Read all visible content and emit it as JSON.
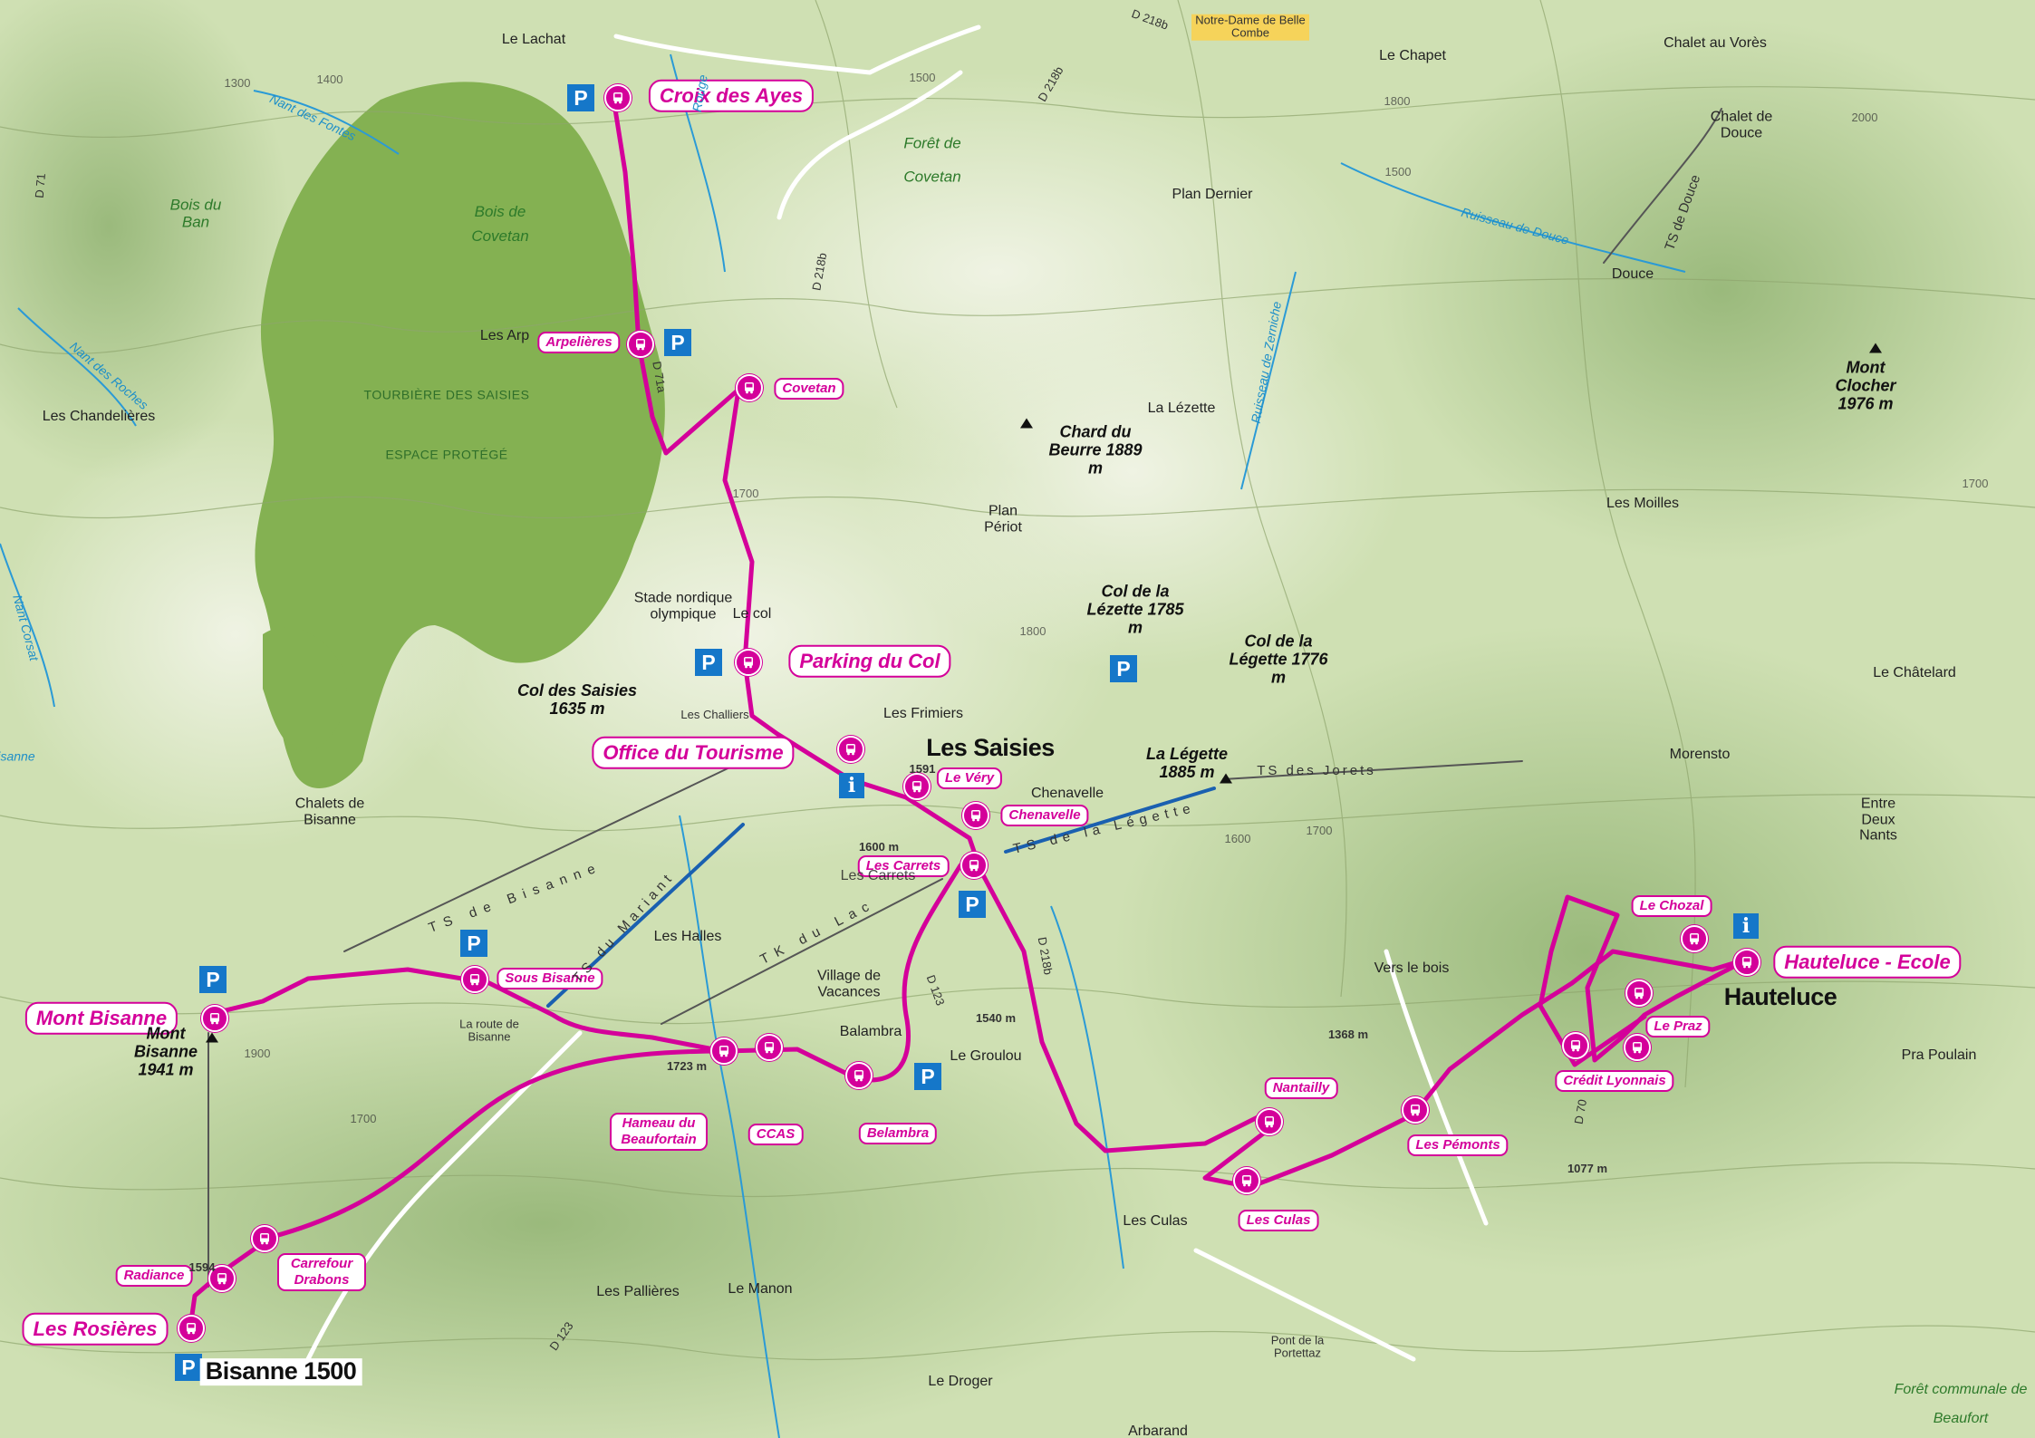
{
  "colors": {
    "route": "#d4009a",
    "parking": "#1577c9",
    "info": "#1577c9",
    "forest": "#7fae4a",
    "meadow": "#d9e6c4",
    "water": "#1e8fc8",
    "lift": "#1a60b0"
  },
  "icons": {
    "bus": "bus-icon",
    "parking": "parking-icon",
    "info": "info-icon",
    "peak": "peak-triangle-icon"
  },
  "stops": {
    "croix_des_ayes": "Croix des Ayes",
    "arpelieres": "Arpelières",
    "covetan": "Covetan",
    "parking_du_col": "Parking du Col",
    "office_du_tourisme": "Office du Tourisme",
    "le_very": "Le Véry",
    "chenavelle": "Chenavelle",
    "les_carrets": "Les Carrets",
    "sous_bisanne": "Sous Bisanne",
    "mont_bisanne": "Mont Bisanne",
    "hameau_du_beaufortain": "Hameau du Beaufortain",
    "ccas": "CCAS",
    "belambra": "Belambra",
    "carrefour_drabons": "Carrefour Drabons",
    "radiance": "Radiance",
    "les_rosieres": "Les Rosières",
    "nantailly": "Nantailly",
    "les_culas": "Les Culas",
    "les_pemonts": "Les Pémonts",
    "credit_lyonnais": "Crédit Lyonnais",
    "le_praz": "Le Praz",
    "le_chozal": "Le Chozal",
    "hauteluce_ecole": "Hauteluce - Ecole"
  },
  "towns": {
    "les_saisies": "Les Saisies",
    "hauteluce": "Hauteluce",
    "bisanne_1500": "Bisanne 1500"
  },
  "places": {
    "le_lachat": "Le Lachat",
    "notre_dame": "Notre-Dame de Belle Combe",
    "le_chapet": "Le Chapet",
    "chalet_au_vores": "Chalet au Vorès",
    "chalet_de_douce": "Chalet de Douce",
    "plan_dernier": "Plan Dernier",
    "douce": "Douce",
    "la_lezette": "La Lézette",
    "les_chandelieres": "Les Chandelières",
    "les_arpelieres": "Les Arp",
    "plan_periot": "Plan Périot",
    "stade_nordique": "Stade nordique olympique",
    "le_col": "Le col",
    "les_moilles": "Les Moilles",
    "les_challiers": "Les Challiers",
    "les_frimiers": "Les Frimiers",
    "chenavelle": "Chenavelle",
    "chalets_de_bisanne": "Chalets de Bisanne",
    "le_chatelard": "Le Châtelard",
    "morensto": "Morensto",
    "entre_deux_nants": "Entre Deux Nants",
    "les_carrets": "Les Carrets",
    "les_halles": "Les Halles",
    "village_de_vacances": "Village de Vacances",
    "balambra": "Balambra",
    "le_groulou": "Le Groulou",
    "vers_le_bois": "Vers le bois",
    "la_route_de_bisanne": "La route de Bisanne",
    "pra_poulain": "Pra Poulain",
    "les_culas": "Les Culas",
    "les_pallieres": "Les Pallières",
    "le_manon": "Le Manon",
    "le_droger": "Le Droger",
    "pont_portettaz": "Pont de la Portettaz",
    "arbarand": "Arbarand"
  },
  "forests": {
    "bois_du_ban": "Bois du Ban",
    "bois_de_covetan": "Bois de Covetan",
    "foret_de_covetan": "Forêt de Covetan",
    "foret_communale": "Forêt communale de Beaufort",
    "tourbiere": "TOURBIÈRE DES SAISIES",
    "espace_protege": "ESPACE PROTÉGÉ"
  },
  "peaks": {
    "mont_clocher": "Mont Clocher 1976 m",
    "chard_du_beurre": "Chard du Beurre 1889 m",
    "col_de_la_lezette": "Col de la Lézette 1785 m",
    "col_de_la_legette": "Col de la Légette 1776 m",
    "la_legette": "La Légette 1885 m",
    "col_des_saisies": "Col des Saisies 1635 m",
    "mont_bisanne": "Mont Bisanne 1941 m"
  },
  "lifts": {
    "ts_des_jorets": "TS des Jorets",
    "ts_de_la_legette": "TS de la Légette",
    "ts_de_douce": "TS de Douce",
    "ts_du_mariant": "TS du Mariant",
    "ts_de_bisanne": "TS de Bisanne",
    "tk_du_lac": "TK du Lac"
  },
  "roads": {
    "d218b_top": "D 218b",
    "d218b_mid": "D 218b",
    "d218b_east": "D 218b",
    "d218b_right": "D 218b",
    "d71a": "D 71a",
    "d123": "D 123",
    "d123_south": "D 123",
    "d70": "D 70",
    "d71": "D 71"
  },
  "water": {
    "nant_des_fontes": "Nant des Fontes",
    "nant_des_roches": "Nant des Roches",
    "nant_corsat": "Nant Corsat",
    "ruisseau_de_douce": "Ruisseau de Douce",
    "ruisseau_zerche": "Ruisseau de Zerniche",
    "rouge": "Rouge",
    "bisanne_stream": "isanne"
  },
  "elevations": {
    "e1600": "1600 m",
    "e1540": "1540 m",
    "e1723": "1723 m",
    "e1368": "1368 m",
    "e1077": "1077 m",
    "e1594": "1594",
    "e1591": "1591",
    "c1500a": "1500",
    "c1500b": "1500",
    "c1800a": "1800",
    "c1700a": "1700",
    "c1300": "1300",
    "c1400": "1400",
    "c2000": "2000",
    "c1600": "1600",
    "c1900": "1900",
    "c1700b": "1700",
    "c1800b": "1800",
    "c1700c": "1700",
    "c1700d": "1700"
  }
}
